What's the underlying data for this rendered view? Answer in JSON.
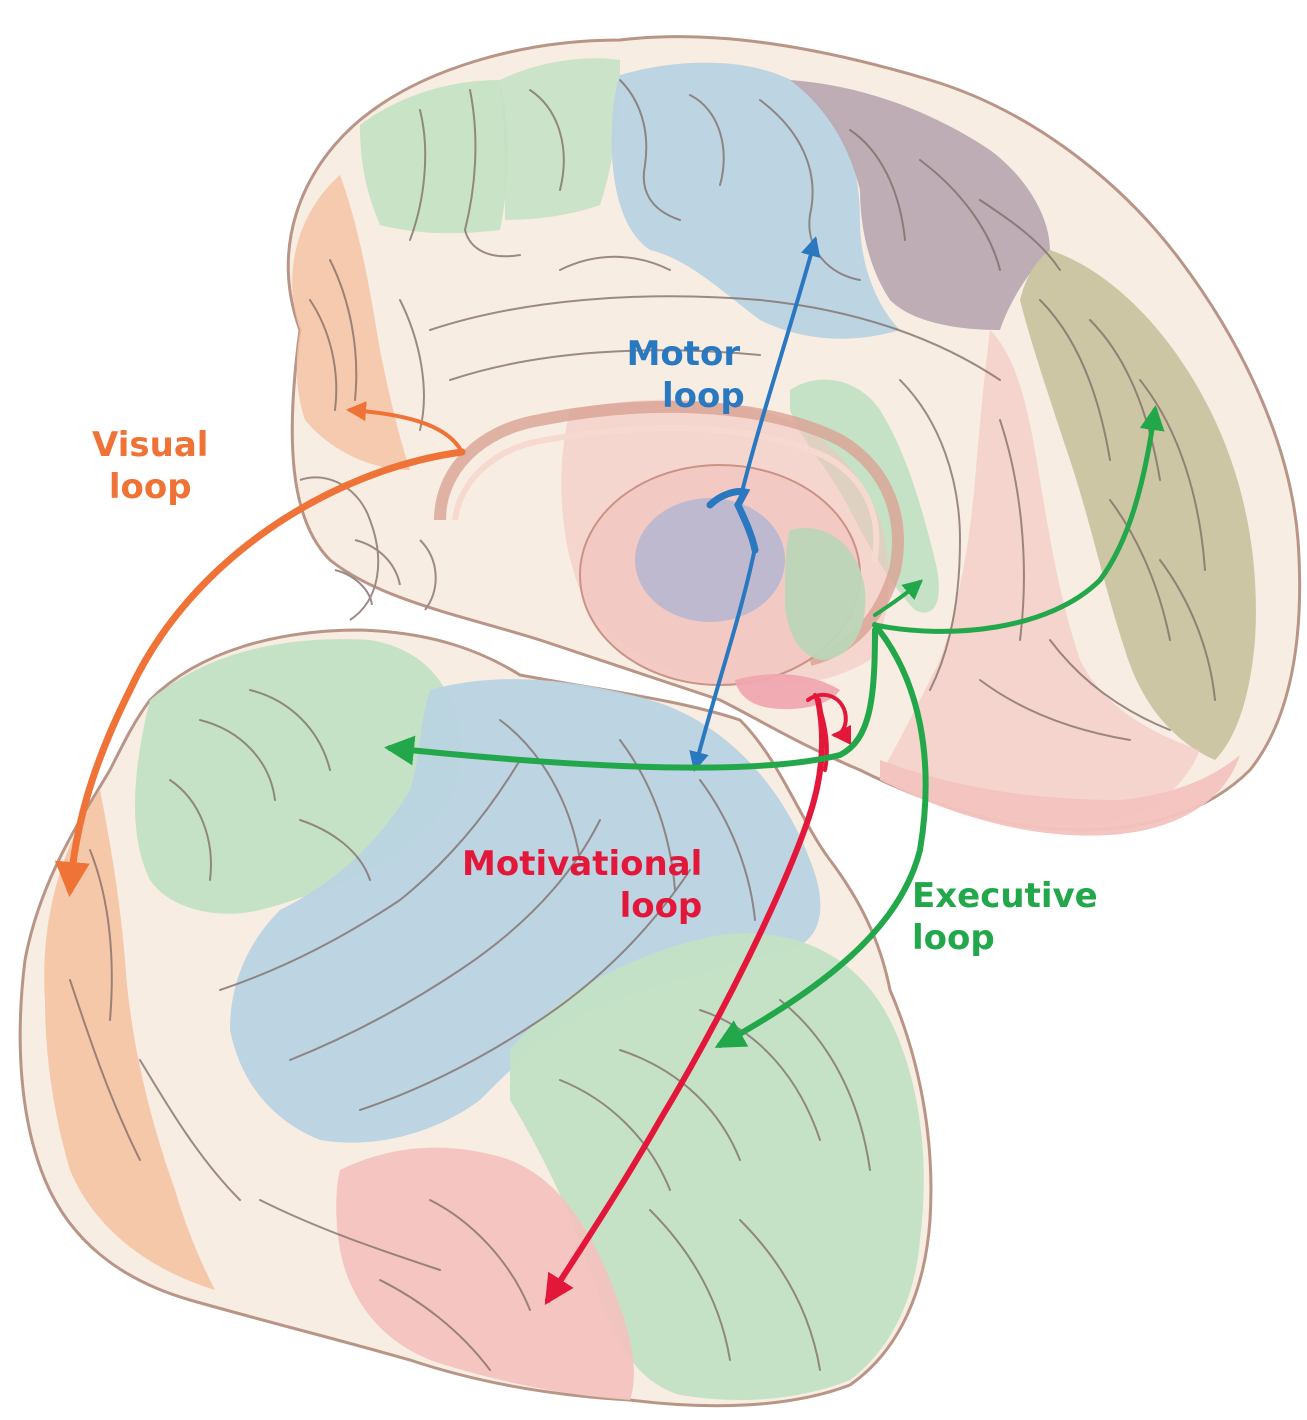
{
  "colors": {
    "visual": "#ef7236",
    "motor": "#2a78c0",
    "motivational": "#e3173a",
    "executive": "#22a74a",
    "tissue": "#f8ede2",
    "outline": "#b89587",
    "sulcus": "#7d6a64",
    "region_blue": "#b9d3e1",
    "region_green": "#c3e1c4",
    "region_pink": "#f3c3bf",
    "region_orange": "#f5c3a4",
    "region_purple": "#bcaab3",
    "region_olive": "#c9c4a1"
  },
  "labels": {
    "visual": {
      "line1": "Visual",
      "line2": "loop"
    },
    "motor": {
      "line1": "Motor",
      "line2": "loop"
    },
    "motivational": {
      "line1": "Motivational",
      "line2": "loop"
    },
    "executive": {
      "line1": "Executive",
      "line2": "loop"
    }
  }
}
